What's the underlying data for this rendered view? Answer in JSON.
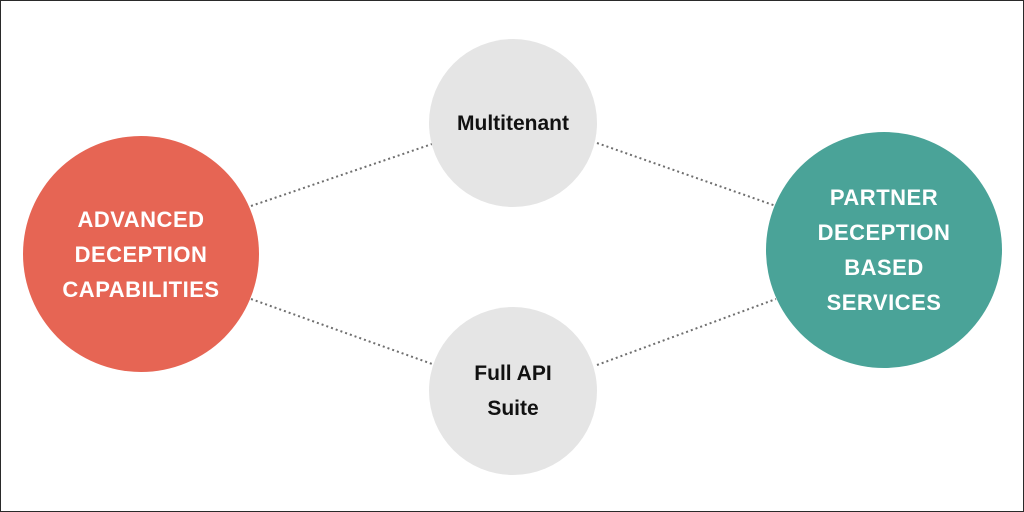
{
  "diagram": {
    "nodes": {
      "left": {
        "label": "ADVANCED\nDECEPTION\nCAPABILITIES",
        "color": "#e66554"
      },
      "top": {
        "label": "Multitenant",
        "color": "#e5e5e5"
      },
      "bottom": {
        "label": "Full API\nSuite",
        "color": "#e5e5e5"
      },
      "right": {
        "label": "PARTNER\nDECEPTION\nBASED\nSERVICES",
        "color": "#4aa398"
      }
    },
    "connector_style": "dotted"
  }
}
